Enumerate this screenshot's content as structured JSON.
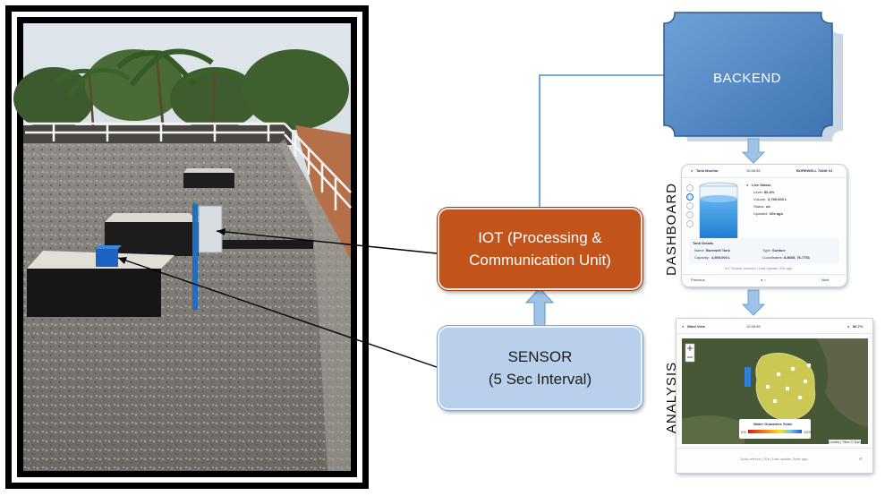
{
  "iot": {
    "line1": "IOT (Processing &",
    "line2": "Communication Unit)"
  },
  "sensor": {
    "line1": "SENSOR",
    "line2": "(5 Sec Interval)"
  },
  "backend": {
    "label": "BACKEND"
  },
  "dashboard": {
    "label": "DASHBOARD",
    "screenshot": {
      "title": "Tank Monitor",
      "time": "10:46:55",
      "tank_id": "BOREWELL TANK 01",
      "live_status": "Live Status",
      "level_label": "Level:",
      "level_value": "86.4%",
      "volume_label": "Volume:",
      "volume_value": "3,796,000 L",
      "status_label": "Status:",
      "status_value": "ok",
      "updated_label": "Updated:",
      "updated_value": "20s ago",
      "details_title": "Tank Details",
      "name_label": "Name:",
      "name_value": "Borewell Tank",
      "type_label": "Type:",
      "type_value": "Surface",
      "capacity_label": "Capacity:",
      "capacity_value": "4,500,000 L",
      "coords_label": "Coordinates:",
      "coords_value": "8.8665, 76.7751",
      "footer_note": "IoT Sensor connect | Last update: 20s ago",
      "prev": "Previous",
      "next": "Next"
    }
  },
  "analysis": {
    "label": "ANALYSIS",
    "screenshot": {
      "title": "Ward View",
      "time": "10:46:59",
      "value": "86.7%",
      "legend_title": "Water Guarantee Scale",
      "legend_min": "0%",
      "legend_max": "100%",
      "attribution": "Leaflet | Tiles © Esri",
      "footer_note": "Auto-refresh | 20s | Last update: 3min ago"
    }
  },
  "colors": {
    "iot_fill": "#c2531b",
    "sensor_fill": "#b8d0ec",
    "backend_fill": "#4f86c6",
    "arrow_fill": "#9ec3e6",
    "connector_line": "#4a90d9"
  }
}
